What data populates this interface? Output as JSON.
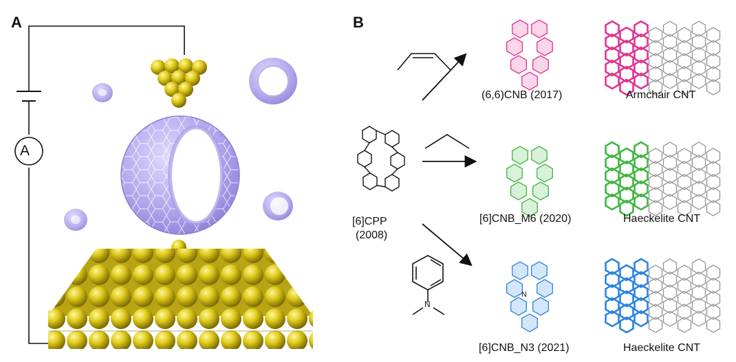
{
  "panels": {
    "a": {
      "letter": "A",
      "meter_symbol": "A"
    },
    "b": {
      "letter": "B"
    }
  },
  "reactant": {
    "name": "[6]CPP",
    "year": "(2008)"
  },
  "reagents": {
    "top": {
      "icon": "alkene-bridge-icon"
    },
    "middle": {
      "icon": "alkane-bridge-icon"
    },
    "bottom": {
      "atom_label": "N",
      "icon": "dimethylaniline-icon"
    }
  },
  "products": [
    {
      "label": "(6,6)CNB (2017)",
      "nanotube": "Armchair CNT",
      "color": "#e2338f"
    },
    {
      "label": "[6]CNB_M6 (2020)",
      "nanotube": "Haeckelite CNT",
      "color": "#3fb640"
    },
    {
      "label": "[6]CNB_N3 (2021)",
      "nanotube": "Haeckelite CNT",
      "color": "#2a84e0",
      "atom_label": "N"
    }
  ],
  "colors": {
    "gold": "#d9c31a",
    "ring": "#a89ae8",
    "black": "#111111"
  }
}
